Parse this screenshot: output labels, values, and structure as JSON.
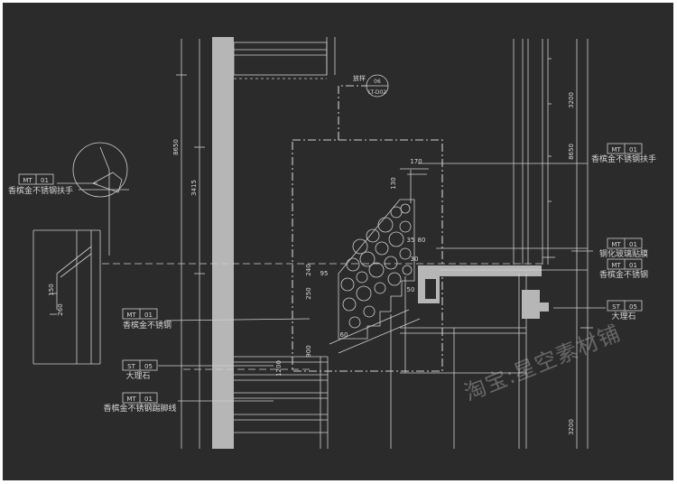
{
  "colors": {
    "background": "#2b2b2b",
    "line": "#cfcfcf",
    "wall": "#b6b6b6",
    "text": "#d7d7d7"
  },
  "labels": {
    "handrail_tag": {
      "code": "MT",
      "num": "01",
      "text": "香槟金不锈钢扶手"
    },
    "steel_tag": {
      "code": "MT",
      "num": "01",
      "text": "香槟金不锈钢"
    },
    "marble_tag_left": {
      "code": "ST",
      "num": "05",
      "text": "大理石"
    },
    "kick_tag": {
      "code": "MT",
      "num": "01",
      "text": "香槟金不锈钢踢脚线"
    },
    "right_handrail_tag": {
      "code": "MT",
      "num": "01",
      "text": "香槟金不锈钢扶手"
    },
    "glass_tag": {
      "code": "MT",
      "num": "01",
      "text": "钢化玻璃贴膜"
    },
    "right_steel_tag": {
      "code": "MT",
      "num": "01",
      "text": "香槟金不锈钢"
    },
    "right_marble_tag": {
      "code": "ST",
      "num": "05",
      "text": "大理石"
    }
  },
  "dimensions": {
    "left_total": "8650",
    "left_sub": "3415",
    "right_total": "8650",
    "right_upper": "3200",
    "right_lower": "3200",
    "d170": "170",
    "d130": "130",
    "d35": "35",
    "d80": "80",
    "d30": "30",
    "d240": "240",
    "d95": "95",
    "d250": "250",
    "d900": "900",
    "d50": "50",
    "d60": "60",
    "left_detail_a": "150",
    "left_detail_b": "260",
    "tread_upper": "1200"
  },
  "callout": {
    "note": "放样",
    "number": "06",
    "sheet": "LT-D02"
  },
  "watermark": "淘宝:星空素材铺"
}
